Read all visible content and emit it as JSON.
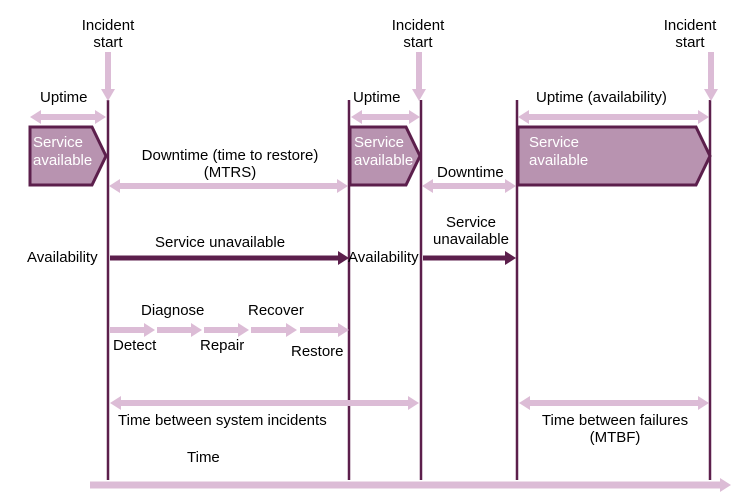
{
  "incident_label": {
    "line1": "Incident",
    "line2": "start"
  },
  "labels": {
    "uptime_1": "Uptime",
    "uptime_2": "Uptime",
    "uptime_availability": "Uptime (availability)",
    "service_available_1": [
      "Service",
      "available"
    ],
    "service_available_2": [
      "Service",
      "available"
    ],
    "service_available_3": [
      "Service",
      "available"
    ],
    "downtime_mtrs": [
      "Downtime (time to restore)",
      "(MTRS)"
    ],
    "downtime": "Downtime",
    "availability_1": "Availability",
    "availability_2": "Availability",
    "service_unavailable_1": "Service unavailable",
    "service_unavailable_2": [
      "Service",
      "unavailable"
    ],
    "steps": {
      "detect": "Detect",
      "diagnose": "Diagnose",
      "repair": "Repair",
      "recover": "Recover",
      "restore": "Restore"
    },
    "time_between_system_incidents": "Time between system incidents",
    "time_between_failures": [
      "Time between failures",
      "(MTBF)"
    ],
    "time": "Time"
  },
  "colors": {
    "light": "#dcbcd6",
    "medium": "#b893b0",
    "dark": "#5c1f4c",
    "text_on_dark": "#ffffff"
  }
}
